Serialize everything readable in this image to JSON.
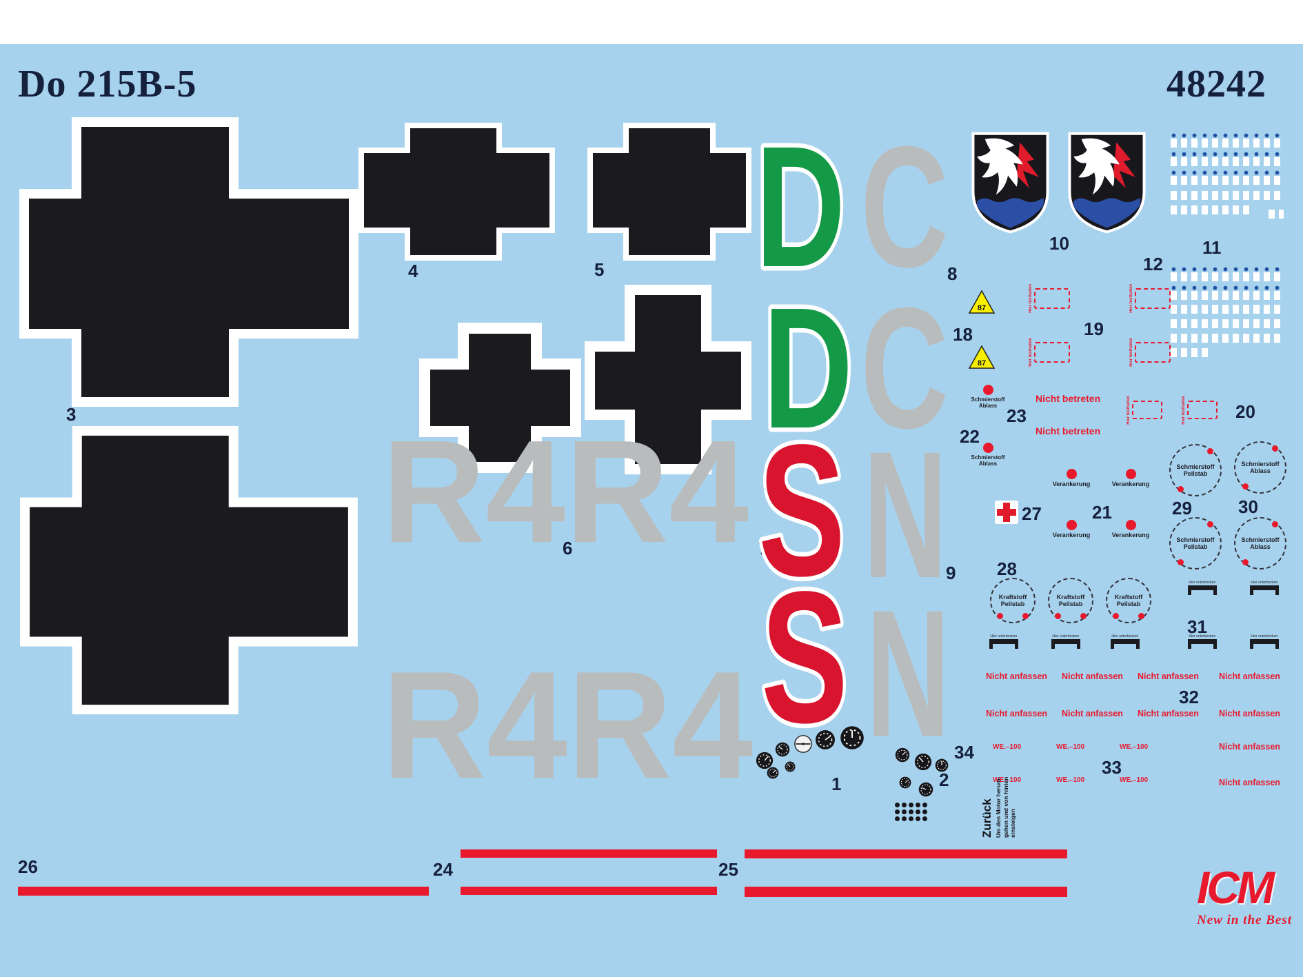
{
  "sheet": {
    "title": "Do 215B-5",
    "kit_number": "48242"
  },
  "part_numbers": {
    "1": "1",
    "2": "2",
    "3": "3",
    "4": "4",
    "5": "5",
    "6": "6",
    "7": "7",
    "8": "8",
    "9": "9",
    "10": "10",
    "11": "11",
    "12": "12",
    "18": "18",
    "19": "19",
    "20": "20",
    "21": "21",
    "22": "22",
    "23": "23",
    "24": "24",
    "25": "25",
    "26": "26",
    "27": "27",
    "28": "28",
    "29": "29",
    "30": "30",
    "31": "31",
    "32": "32",
    "33": "33",
    "34": "34"
  },
  "letters": {
    "code_d": "D",
    "code_c": "C",
    "code_s": "S",
    "code_n": "N",
    "code_r4": "R4R4"
  },
  "stencils": {
    "nicht_betreten": "Nicht betreten",
    "nicht_anfassen": "Nicht anfassen",
    "hier_festhalten": "Hier festhalten",
    "hier_unterbocken": "Hier unterbocken",
    "schmierstoff": "Schmierstoff",
    "ablass": "Ablass",
    "peilstab": "Peilstab",
    "kraftstoff": "Kraftstoff",
    "verankerung": "Verankerung",
    "we_100": "WE.–100",
    "warn_87": "87",
    "zurueck": "Zurück",
    "zurueck_l1": "Um den Motor herum-",
    "zurueck_l2": "gehen und von hinten",
    "zurueck_l3": "einsteigen"
  },
  "logo": {
    "name": "ICM",
    "tagline": "New in the Best"
  },
  "colors": {
    "sheet_blue": "#a7d2ee",
    "cross_black": "#1b1b1f",
    "letter_green": "#149a47",
    "letter_gray": "#b9bcbd",
    "letter_red": "#d8142f",
    "stencil_red": "#e8192c",
    "warning_yellow": "#f8ef00",
    "walkway_dot_blue": "#1d4fa2"
  }
}
